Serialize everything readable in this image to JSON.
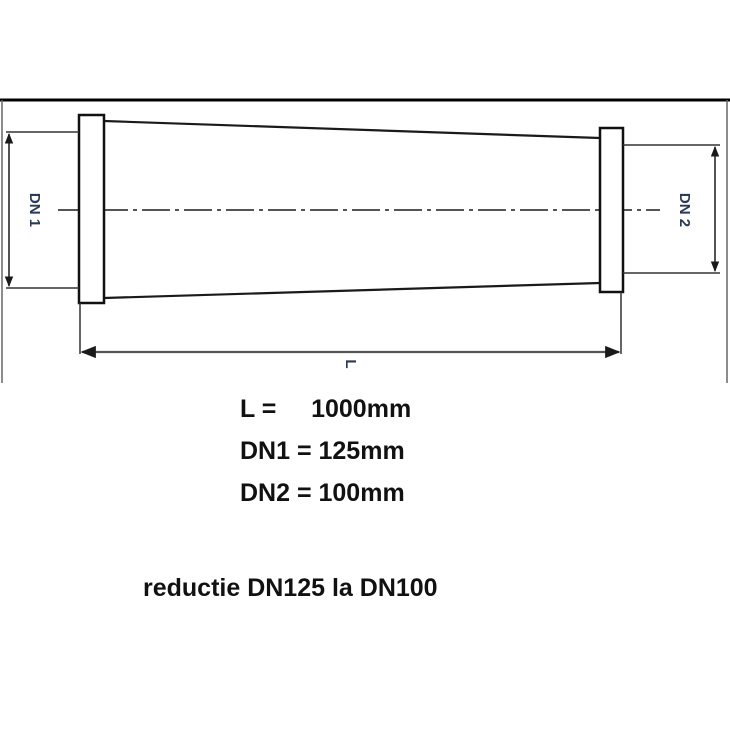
{
  "drawing": {
    "labels": {
      "dn1": "DN 1",
      "dn2": "DN 2",
      "length": "L"
    },
    "colors": {
      "line": "#1a1a1a",
      "frame": "#000000",
      "centerline": "#555555",
      "label": "#2a3a55"
    }
  },
  "specs": {
    "rows": [
      {
        "name": "L",
        "text": "L =     1000mm"
      },
      {
        "name": "DN1",
        "text": "DN1 = 125mm"
      },
      {
        "name": "DN2",
        "text": "DN2 = 100mm"
      }
    ]
  },
  "caption": "reductie DN125 la DN100"
}
